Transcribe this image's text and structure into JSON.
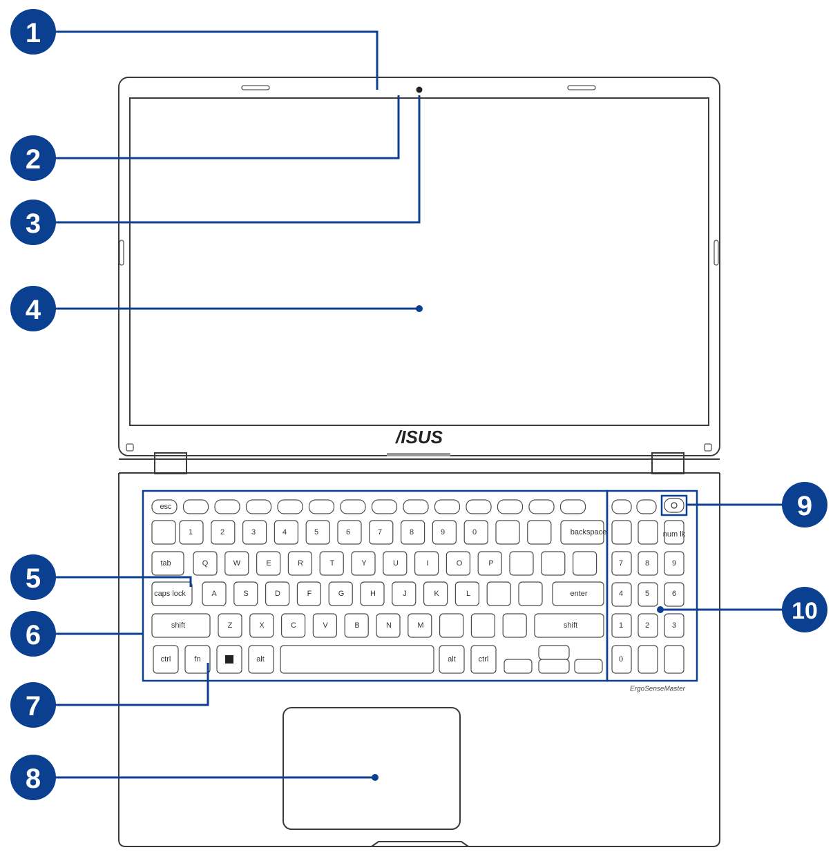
{
  "callouts": [
    {
      "id": "1"
    },
    {
      "id": "2"
    },
    {
      "id": "3"
    },
    {
      "id": "4"
    },
    {
      "id": "5"
    },
    {
      "id": "6"
    },
    {
      "id": "7"
    },
    {
      "id": "8"
    },
    {
      "id": "9"
    },
    {
      "id": "10"
    }
  ],
  "branding": {
    "logo_text": "/ISUS",
    "keyboard_badge": "ErgoSenseMaster"
  },
  "colors": {
    "accent": "#0b3f8f",
    "outline": "#3a3a3a"
  },
  "keyboard": {
    "row1": [
      "1",
      "2",
      "3",
      "4",
      "5",
      "6",
      "7",
      "8",
      "9",
      "0"
    ],
    "row_q": [
      "Q",
      "W",
      "E",
      "R",
      "T",
      "Y",
      "U",
      "I",
      "O",
      "P"
    ],
    "row_a": [
      "A",
      "S",
      "D",
      "F",
      "G",
      "H",
      "J",
      "K",
      "L"
    ],
    "row_z": [
      "Z",
      "X",
      "C",
      "V",
      "B",
      "N",
      "M"
    ],
    "numpad": [
      "7",
      "8",
      "9",
      "4",
      "5",
      "6",
      "1",
      "2",
      "3",
      "0"
    ],
    "labels": {
      "backspace": "backspace",
      "tab": "tab",
      "caps": "caps lock",
      "enter": "enter",
      "shift_left": "shift",
      "shift_right": "shift",
      "ctrl_left": "ctrl",
      "ctrl_right": "ctrl",
      "alt_left": "alt",
      "alt_right": "alt",
      "fn": "fn",
      "numlock": "num lk",
      "esc": "esc"
    }
  }
}
